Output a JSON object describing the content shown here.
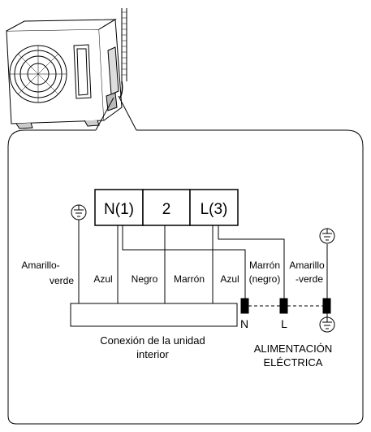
{
  "terminal_block": {
    "terminals": [
      "N(1)",
      "2",
      "L(3)"
    ]
  },
  "wire_labels": {
    "yellow_green_left": [
      "Amarillo-",
      "verde"
    ],
    "blue_left": "Azul",
    "black": "Negro",
    "brown": "Marrón",
    "blue_right": "Azul",
    "brown_black": [
      "Marrón",
      "(negro)"
    ],
    "yellow_green_right": [
      "Amarillo",
      "-verde"
    ]
  },
  "indoor_unit_label": [
    "Conexión de la unidad",
    "interior"
  ],
  "supply_terminals": {
    "neutral": "N",
    "live": "L"
  },
  "power_supply_label": [
    "ALIMENTACIÓN",
    "ELÉCTRICA"
  ],
  "icons": [
    "outdoor-unit",
    "ground-symbol",
    "ground-symbol",
    "ground-symbol"
  ]
}
